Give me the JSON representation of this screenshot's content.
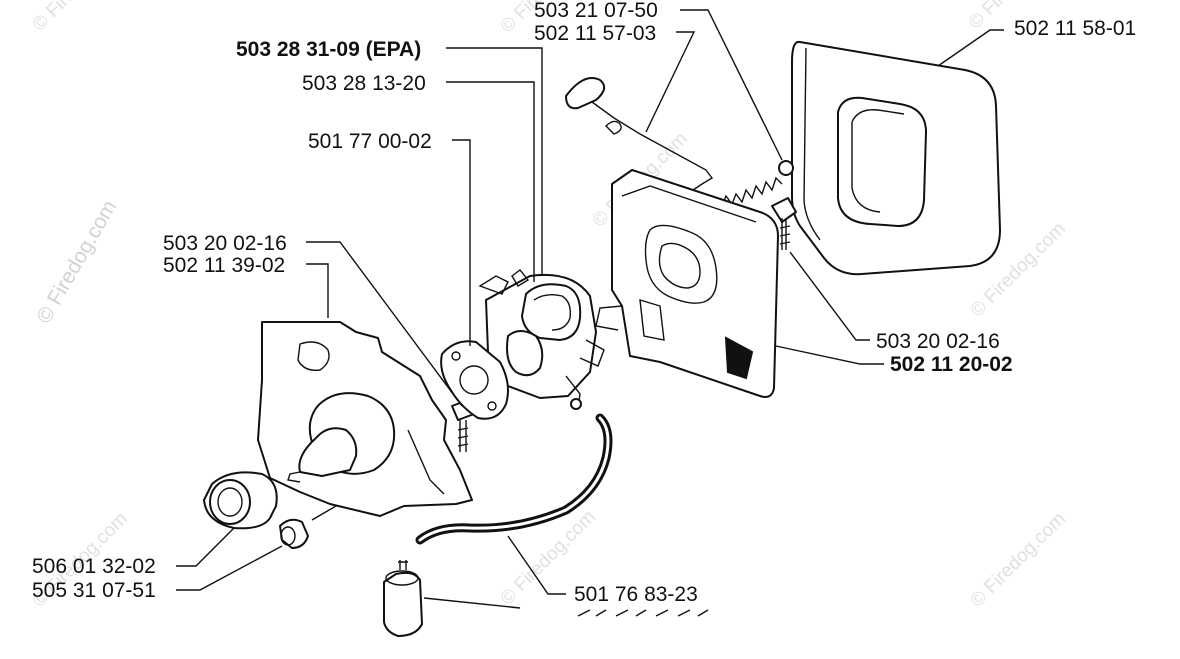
{
  "watermark": {
    "side_text": "© Firedog.com",
    "tile_text": "© Firedog.com"
  },
  "part_labels": [
    {
      "id": "p1",
      "text": "503 21 07-50",
      "bold": false
    },
    {
      "id": "p2",
      "text": "502 11 57-03",
      "bold": false
    },
    {
      "id": "p3",
      "text": "502 11 58-01",
      "bold": false
    },
    {
      "id": "p4",
      "text": "503 28 31-09 (EPA)",
      "bold": true
    },
    {
      "id": "p5",
      "text": "503 28 13-20",
      "bold": false
    },
    {
      "id": "p6",
      "text": "501 77 00-02",
      "bold": false
    },
    {
      "id": "p7",
      "text": "503 20 02-16",
      "bold": false
    },
    {
      "id": "p8",
      "text": "502 11 39-02",
      "bold": false
    },
    {
      "id": "p9",
      "text": "503 20 02-16",
      "bold": false
    },
    {
      "id": "p10",
      "text": "502 11 20-02",
      "bold": true
    },
    {
      "id": "p11",
      "text": "506 01 32-02",
      "bold": false
    },
    {
      "id": "p12",
      "text": "505 31 07-51",
      "bold": false
    },
    {
      "id": "p13",
      "text": "501 76 83-23",
      "bold": false
    }
  ]
}
